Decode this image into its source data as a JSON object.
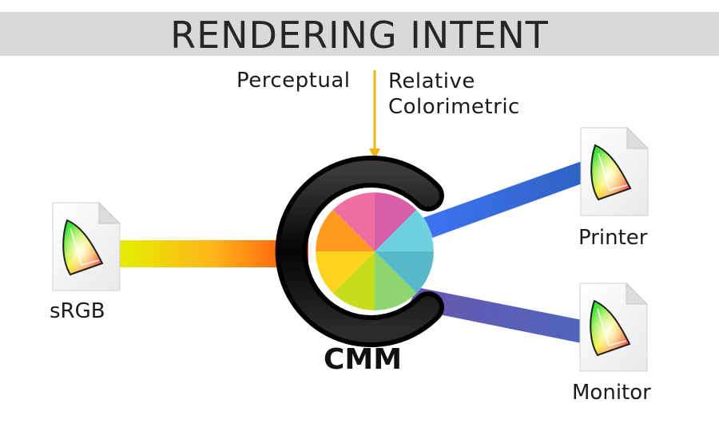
{
  "title": "RENDERING INTENT",
  "intents": {
    "left": "Perceptual",
    "right_line1": "Relative",
    "right_line2": "Colorimetric"
  },
  "nodes": {
    "source": "sRGB",
    "engine": "CMM",
    "output_1": "Printer",
    "output_2": "Monitor"
  },
  "colors": {
    "arrow": "#f2b40f",
    "band": "#d9d9d9",
    "source_link_start": "#e6ee00",
    "source_link_end": "#ff5a0a",
    "printer_link_start": "#3b6cf0",
    "printer_link_end": "#2f5fc8",
    "monitor_link_start": "#6a5db8",
    "monitor_link_end": "#4b5fb8"
  },
  "wheel_colors": [
    "#d75ea8",
    "#6fd1e0",
    "#56b8c8",
    "#8fd66e",
    "#c8dc1e",
    "#ffd21e",
    "#ff9a20",
    "#f06fa0"
  ]
}
